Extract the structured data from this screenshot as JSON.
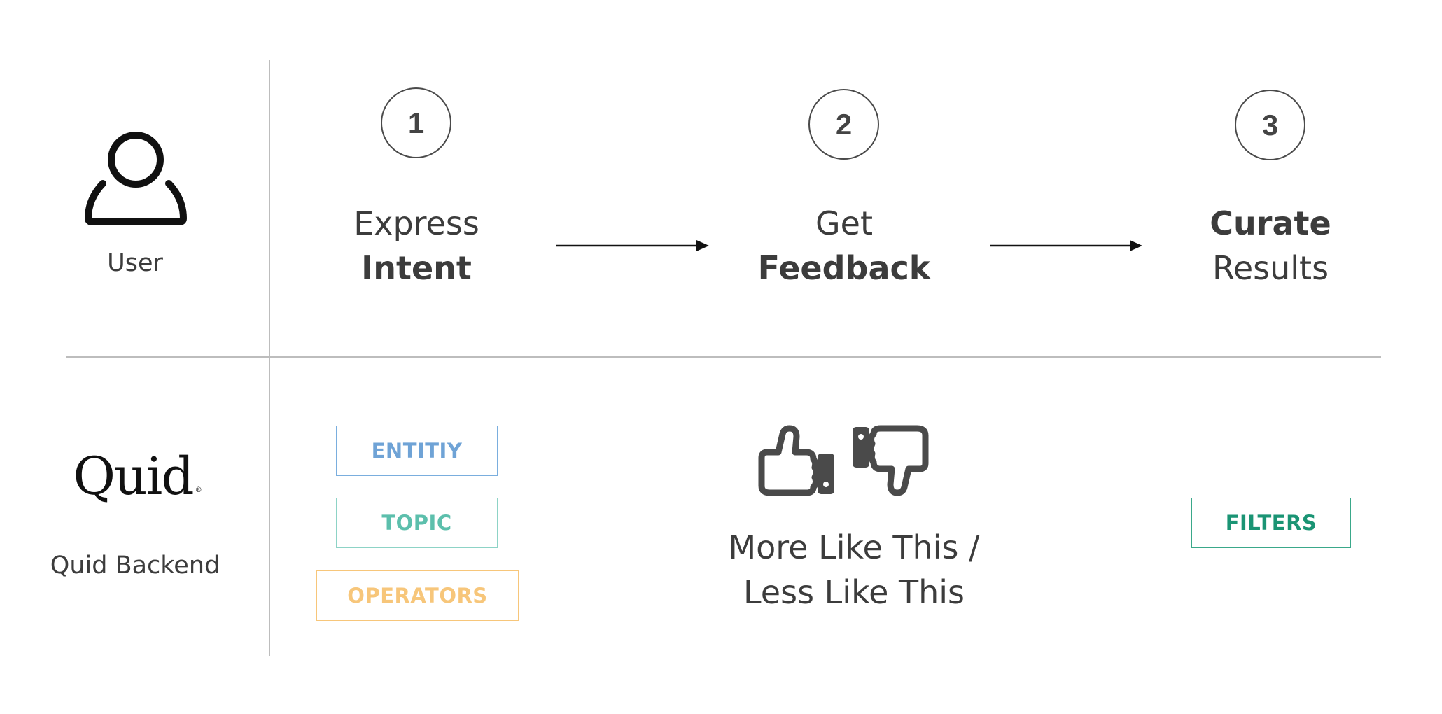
{
  "rows": {
    "top": {
      "label": "User",
      "icon": "user-icon"
    },
    "bottom": {
      "label": "Quid Backend",
      "logo_text": "Quid",
      "logo_mark": "®"
    }
  },
  "steps": [
    {
      "number": "1",
      "line1": "Express",
      "line2": "Intent"
    },
    {
      "number": "2",
      "line1": "Get",
      "line2": "Feedback"
    },
    {
      "number": "3",
      "line1": "Curate",
      "line2": "Results"
    }
  ],
  "backend": {
    "intent_tags": [
      "ENTITIY",
      "TOPIC",
      "OPERATORS"
    ],
    "feedback_icon": "thumbs-up-down-icon",
    "feedback_line1": "More Like This /",
    "feedback_line2": "Less Like This",
    "curate_tag": "FILTERS"
  },
  "colors": {
    "entity": "#6fa3d6",
    "topic": "#5cbfac",
    "operators": "#f7c67a",
    "filters": "#1a9474",
    "text": "#3c3c3c",
    "gridline": "#bdbdbd"
  }
}
